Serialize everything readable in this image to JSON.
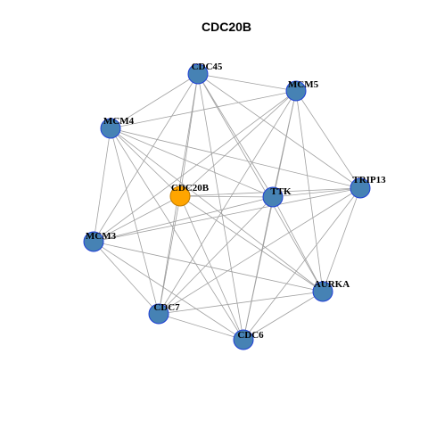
{
  "graph": {
    "title": "CDC20B",
    "colors": {
      "node": "#4682b4",
      "node_border": "#1f3fd6",
      "focus_node": "#ffa500",
      "edge": "#a0a0a0"
    },
    "focus": "CDC20B",
    "nodes": [
      {
        "id": "CDC45",
        "label": "CDC45"
      },
      {
        "id": "MCM5",
        "label": "MCM5"
      },
      {
        "id": "MCM4",
        "label": "MCM4"
      },
      {
        "id": "CDC20B",
        "label": "CDC20B"
      },
      {
        "id": "TTK",
        "label": "TTK"
      },
      {
        "id": "TRIP13",
        "label": "TRIP13"
      },
      {
        "id": "MCM3",
        "label": "MCM3"
      },
      {
        "id": "AURKA",
        "label": "AURKA"
      },
      {
        "id": "CDC7",
        "label": "CDC7"
      },
      {
        "id": "CDC6",
        "label": "CDC6"
      }
    ],
    "edges": [
      [
        "CDC45",
        "MCM5"
      ],
      [
        "CDC45",
        "MCM4"
      ],
      [
        "CDC45",
        "CDC20B"
      ],
      [
        "CDC45",
        "TTK"
      ],
      [
        "CDC45",
        "TRIP13"
      ],
      [
        "CDC45",
        "MCM3"
      ],
      [
        "CDC45",
        "AURKA"
      ],
      [
        "CDC45",
        "CDC7"
      ],
      [
        "CDC45",
        "CDC6"
      ],
      [
        "MCM5",
        "MCM4"
      ],
      [
        "MCM5",
        "CDC20B"
      ],
      [
        "MCM5",
        "TTK"
      ],
      [
        "MCM5",
        "TRIP13"
      ],
      [
        "MCM5",
        "MCM3"
      ],
      [
        "MCM5",
        "AURKA"
      ],
      [
        "MCM5",
        "CDC7"
      ],
      [
        "MCM5",
        "CDC6"
      ],
      [
        "MCM4",
        "CDC20B"
      ],
      [
        "MCM4",
        "TTK"
      ],
      [
        "MCM4",
        "TRIP13"
      ],
      [
        "MCM4",
        "MCM3"
      ],
      [
        "MCM4",
        "AURKA"
      ],
      [
        "MCM4",
        "CDC7"
      ],
      [
        "MCM4",
        "CDC6"
      ],
      [
        "CDC20B",
        "TTK"
      ],
      [
        "CDC20B",
        "TRIP13"
      ],
      [
        "CDC20B",
        "MCM3"
      ],
      [
        "CDC20B",
        "AURKA"
      ],
      [
        "CDC20B",
        "CDC7"
      ],
      [
        "CDC20B",
        "CDC6"
      ],
      [
        "TTK",
        "TRIP13"
      ],
      [
        "TTK",
        "MCM3"
      ],
      [
        "TTK",
        "AURKA"
      ],
      [
        "TTK",
        "CDC7"
      ],
      [
        "TTK",
        "CDC6"
      ],
      [
        "TRIP13",
        "MCM3"
      ],
      [
        "TRIP13",
        "AURKA"
      ],
      [
        "TRIP13",
        "CDC7"
      ],
      [
        "TRIP13",
        "CDC6"
      ],
      [
        "MCM3",
        "AURKA"
      ],
      [
        "MCM3",
        "CDC7"
      ],
      [
        "MCM3",
        "CDC6"
      ],
      [
        "AURKA",
        "CDC7"
      ],
      [
        "AURKA",
        "CDC6"
      ],
      [
        "CDC7",
        "CDC6"
      ]
    ]
  }
}
